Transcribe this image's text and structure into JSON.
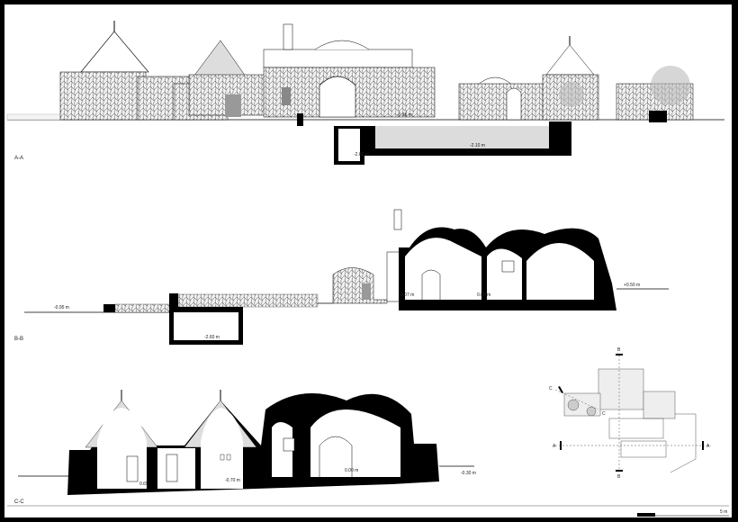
{
  "sections": [
    {
      "id": "A-A",
      "label": "A-A",
      "levels": [
        "-0.36 m",
        "-2.60 m",
        "-2.10 m"
      ]
    },
    {
      "id": "B-B",
      "label": "B-B",
      "levels": [
        "-0.95 m",
        "-2.60 m",
        "0.07 m",
        "0.00 m",
        "+0.50 m"
      ]
    },
    {
      "id": "C-C",
      "label": "C-C",
      "levels": [
        "0.65",
        "-0.70 m",
        "0.00 m",
        "-0.30 m"
      ]
    }
  ],
  "key_plan": {
    "markers": [
      "A",
      "A",
      "B",
      "B",
      "C",
      "C"
    ]
  },
  "scale_bar": {
    "label": "5 m"
  },
  "colors": {
    "ink": "#000000",
    "stone": "#e9e9e9",
    "pool": "#dcdcdc"
  }
}
